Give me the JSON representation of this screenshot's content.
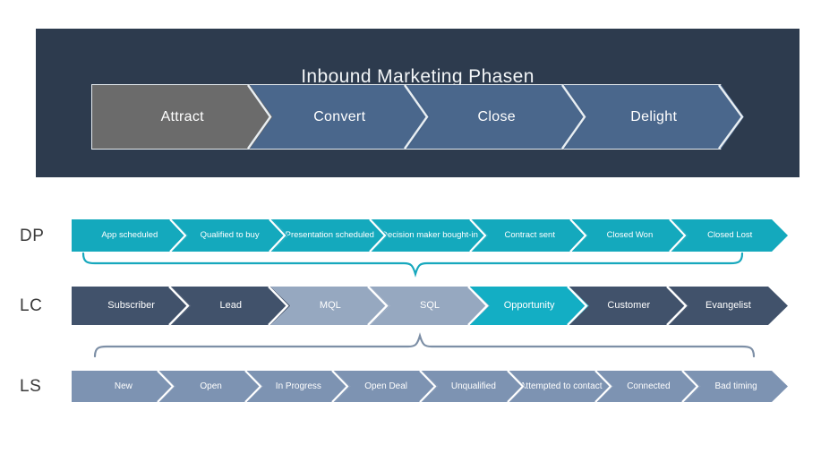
{
  "header": {
    "title": "Inbound Marketing Phasen",
    "panel_color": "#2d3b4e",
    "phases": [
      {
        "label": "Attract",
        "color": "#6b6b6b"
      },
      {
        "label": "Convert",
        "color": "#4a678c"
      },
      {
        "label": "Close",
        "color": "#4a678c"
      },
      {
        "label": "Delight",
        "color": "#4a678c"
      }
    ]
  },
  "rows": [
    {
      "key": "DP",
      "label": "DP",
      "segments": [
        {
          "label": "App scheduled",
          "color": "#14a9bd"
        },
        {
          "label": "Qualified to buy",
          "color": "#14a9bd"
        },
        {
          "label": "Presentation scheduled",
          "color": "#14a9bd"
        },
        {
          "label": "Decision maker bought-in",
          "color": "#14a9bd"
        },
        {
          "label": "Contract sent",
          "color": "#14a9bd"
        },
        {
          "label": "Closed Won",
          "color": "#14a9bd"
        },
        {
          "label": "Closed Lost",
          "color": "#14a9bd"
        }
      ]
    },
    {
      "key": "LC",
      "label": "LC",
      "segments": [
        {
          "label": "Subscriber",
          "color": "#41526b"
        },
        {
          "label": "Lead",
          "color": "#41526b"
        },
        {
          "label": "MQL",
          "color": "#96a8c0"
        },
        {
          "label": "SQL",
          "color": "#96a8c0"
        },
        {
          "label": "Opportunity",
          "color": "#13aec4"
        },
        {
          "label": "Customer",
          "color": "#41526b"
        },
        {
          "label": "Evangelist",
          "color": "#41526b"
        }
      ]
    },
    {
      "key": "LS",
      "label": "LS",
      "segments": [
        {
          "label": "New",
          "color": "#7d93b2"
        },
        {
          "label": "Open",
          "color": "#7d93b2"
        },
        {
          "label": "In Progress",
          "color": "#7d93b2"
        },
        {
          "label": "Open Deal",
          "color": "#7d93b2"
        },
        {
          "label": "Unqualified",
          "color": "#7d93b2"
        },
        {
          "label": "Attempted to contact",
          "color": "#7d93b2"
        },
        {
          "label": "Connected",
          "color": "#7d93b2"
        },
        {
          "label": "Bad timing",
          "color": "#7d93b2"
        }
      ]
    }
  ],
  "braces": [
    {
      "name": "dp-to-lc-brace",
      "color": "#17a8bd"
    },
    {
      "name": "ls-to-lc-brace",
      "color": "#7d8fa6"
    }
  ]
}
